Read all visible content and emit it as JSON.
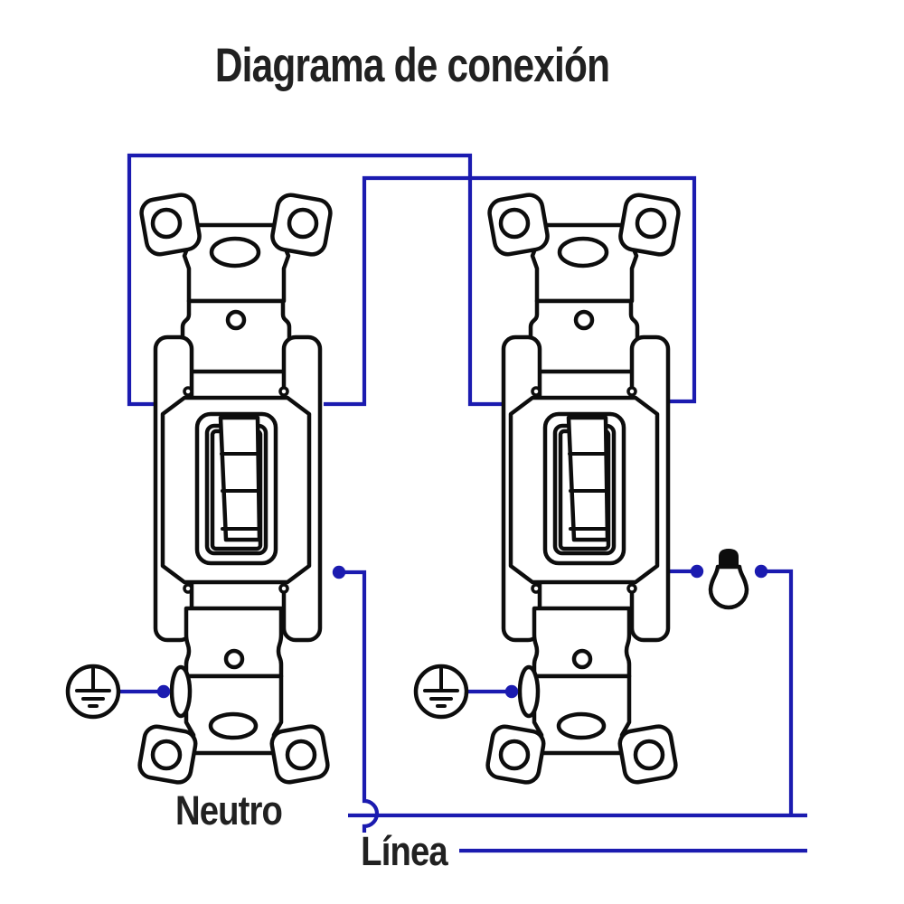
{
  "title": "Diagrama de conexión",
  "labels": {
    "neutral": "Neutro",
    "line": "Línea"
  },
  "colors": {
    "wire": "#1b1bb0",
    "outline": "#0d0d0d",
    "text": "#212121",
    "background": "#ffffff"
  },
  "icons": {
    "switch_left": "toggle-switch-device",
    "switch_right": "toggle-switch-device",
    "bulb": "incandescent-bulb",
    "ground_left": "earth-ground-symbol",
    "ground_right": "earth-ground-symbol"
  }
}
